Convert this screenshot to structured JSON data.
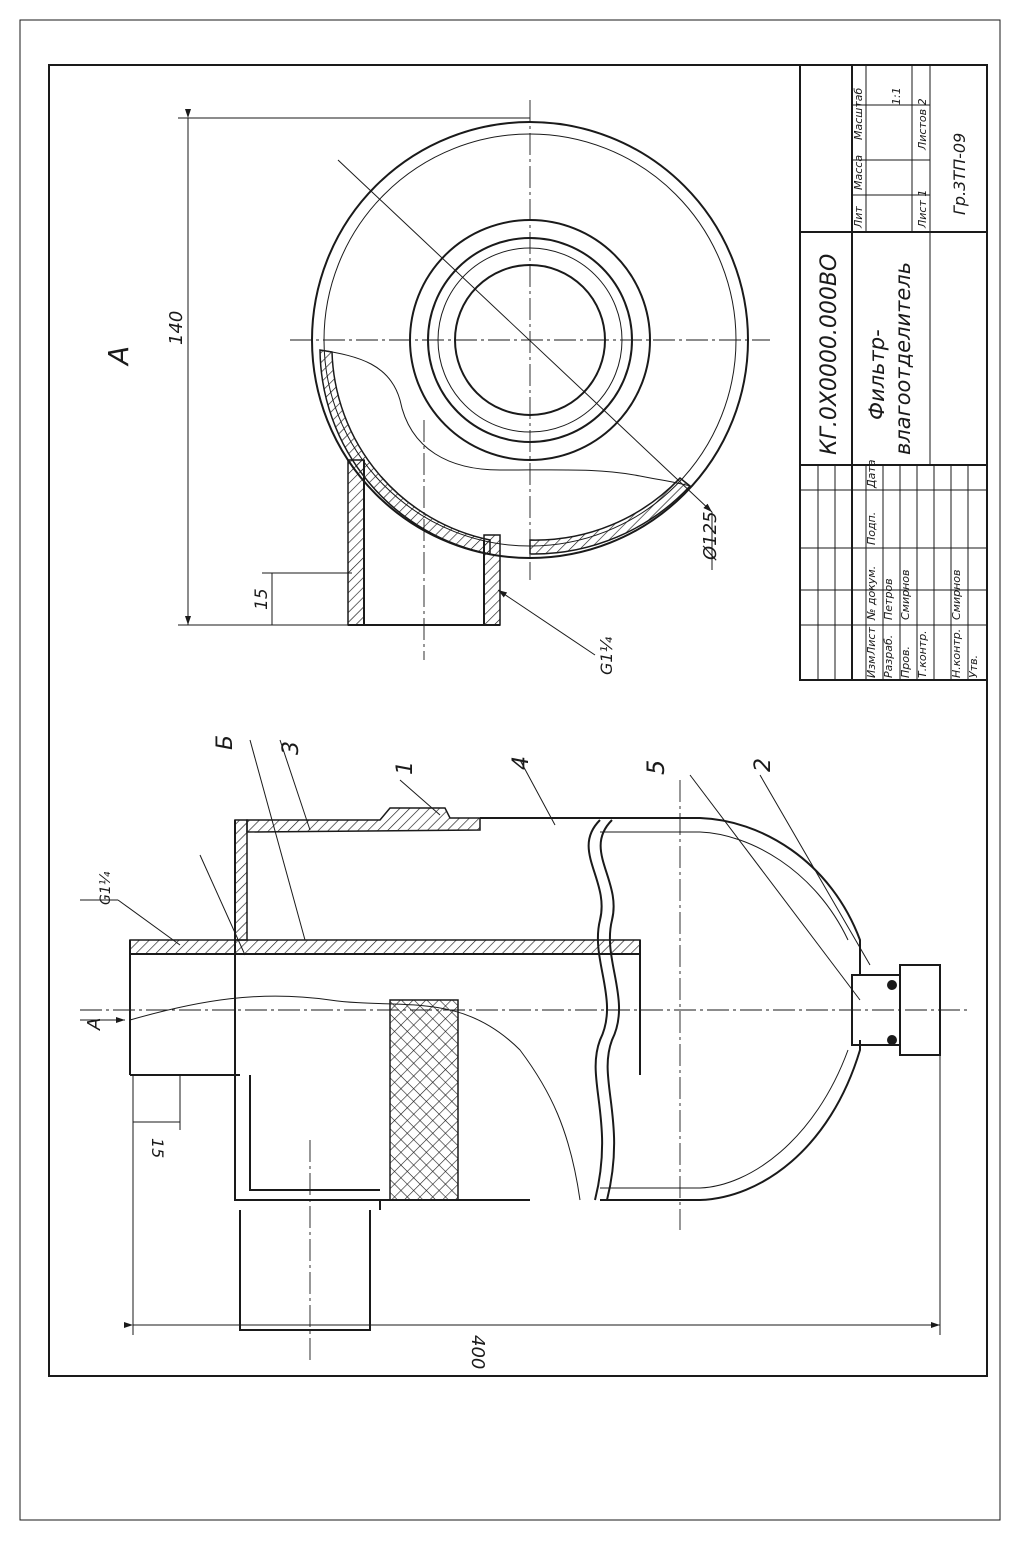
{
  "view_a": {
    "label": "А",
    "dim_width": "140",
    "dim_diameter": "Ø125",
    "dim_offset": "15",
    "thread": "G1¼"
  },
  "section": {
    "arrow_label": "А",
    "thread": "G1¼",
    "dim_offset": "15",
    "dim_height": "400",
    "callouts": [
      "Б",
      "3",
      "1",
      "4",
      "5",
      "2"
    ]
  },
  "title_block": {
    "designation": "КГ.0Х0000.000ВО",
    "name_line1": "Фильтр-",
    "name_line2": "влагоотделитель",
    "group": "Гр.3ТП-09",
    "headers": {
      "lit": "Лит",
      "mass": "Масса",
      "scale": "Масштаб"
    },
    "scale": "1:1",
    "sheet": "Лист 1",
    "sheets": "Листов   2",
    "rev_headers": [
      "Изм",
      "Лист",
      "№ докум.",
      "Подп.",
      "Дата"
    ],
    "roles": {
      "developed": "Разраб.",
      "checked": "Пров.",
      "tech_control": "Т.контр.",
      "norm_control": "Н.контр.",
      "approved": "Утв."
    },
    "people": {
      "developed": "Петров",
      "checked": "Смирнов",
      "norm_control": "Смирнов"
    }
  }
}
